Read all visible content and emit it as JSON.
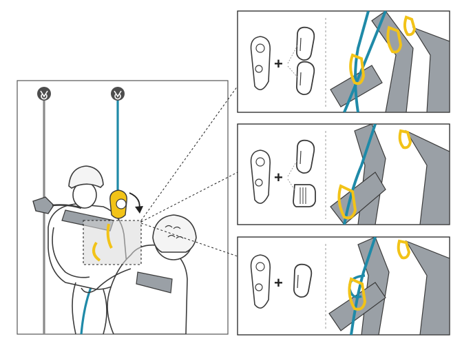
{
  "colors": {
    "rope_blue": "#1f8aa8",
    "rope_grey": "#8a8a8a",
    "connector_yellow": "#f2c318",
    "outline": "#3a3a3a",
    "harness_grey": "#9aa0a6",
    "shade": "#d8d8d8",
    "anchor_dark": "#4d4d4d",
    "frame": "#555555",
    "background": "#ffffff"
  },
  "icons": {
    "anchor": "anchor-ring-icon",
    "plus": "plus-icon",
    "descender": "descender-device-icon",
    "carabiner": "carabiner-icon",
    "maillon": "delta-maillon-icon",
    "rotation": "rotation-arrow-icon"
  },
  "panels": [
    {
      "id": "option-1",
      "plus_symbol": "+",
      "components": [
        "descender",
        "carabiner",
        "carabiner"
      ]
    },
    {
      "id": "option-2",
      "plus_symbol": "+",
      "components": [
        "descender",
        "carabiner",
        "maillon"
      ]
    },
    {
      "id": "option-3",
      "plus_symbol": "+",
      "components": [
        "descender",
        "carabiner"
      ]
    }
  ]
}
